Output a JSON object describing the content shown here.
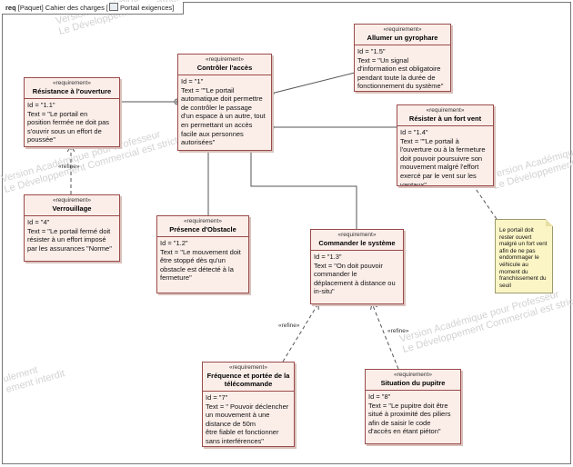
{
  "diagram": {
    "kind": "req",
    "package": "[Paquet] Cahier des charges",
    "name": "Portail exigences"
  },
  "watermark": {
    "lines": [
      "Version Académique pour Professeur",
      "Le Développement Commercial est strictement interdit"
    ],
    "fragments": [
      "ulement",
      "ement interdit"
    ]
  },
  "stereotype": "«requirement»",
  "refine_label": "«refine»",
  "requirements": [
    {
      "id": "r1",
      "name": "Contrôler l'accès",
      "id_line": "Id = \"1\"",
      "text_line": "Text = \"\"Le portail\nautomatique doit permettre\nde contrôler le passage\nd'un espace à un autre, tout\nen permettant un accès\nfacile aux personnes\nautorisées\""
    },
    {
      "id": "r15",
      "name": "Allumer un gyrophare",
      "id_line": "Id = \"1.5\"",
      "text_line": "Text = \"Un signal\nd'information est obligatoire\npendant toute la durée de\nfonctionnement du système\""
    },
    {
      "id": "r11",
      "name": "Résistance à l'ouverture",
      "id_line": "Id = \"1.1\"",
      "text_line": "Text = \"Le portail en\nposition fermée ne doit pas\ns'ouvrir sous un effort de\npoussée\""
    },
    {
      "id": "r14",
      "name": "Résister à un fort vent",
      "id_line": "Id = \"1.4\"",
      "text_line": "Text = \"\"Le portail à\nl'ouverture ou à la fermeture\ndoit pouvoir poursuivre son\nmouvement malgré l'effort\nexercé par le vent sur les\nvantaux\""
    },
    {
      "id": "r4",
      "name": "Verrouillage",
      "id_line": "Id = \"4\"",
      "text_line": "Text = \"Le portail fermé doit\nrésister à un effort imposé\npar les assurances \"Norme\""
    },
    {
      "id": "r12",
      "name": "Présence d'Obstacle",
      "id_line": "Id = \"1.2\"",
      "text_line": "Text = \"Le mouvement doit\nêtre stoppé dès qu'un\nobstacle est détecté à la\nfermeture\""
    },
    {
      "id": "r13",
      "name": "Commander le système",
      "id_line": "Id = \"1.3\"",
      "text_line": "Text = \"On doit pouvoir\ncommander le\ndéplacement à distance ou\nin-situ\""
    },
    {
      "id": "r7",
      "name": "Fréquence et portée de la\ntélécommande",
      "id_line": "Id = \"7\"",
      "text_line": "Text = \" Pouvoir déclencher\nun mouvement à une\ndistance de 50m\nêtre fiable et fonctionner\nsans interférences\""
    },
    {
      "id": "r8",
      "name": "Situation du pupitre",
      "id_line": "Id = \"8\"",
      "text_line": "Text = \"Le pupitre doit être\nsitué à proximité des piliers\nafin de saisir le code\nd'accès en étant piéton\""
    }
  ],
  "note": {
    "text": "Le portail doit\nrester ouvert\nmalgré un fort vent\nafin de ne pas\nendommager le\nvéhicule au\nmoment du\nfranchissement du\nseuil"
  },
  "links": [
    {
      "type": "containment",
      "from": "r1",
      "to": "r11"
    },
    {
      "type": "containment",
      "from": "r1",
      "to": "r15"
    },
    {
      "type": "containment",
      "from": "r1",
      "to": "r14"
    },
    {
      "type": "containment",
      "from": "r1",
      "to": "r12"
    },
    {
      "type": "containment",
      "from": "r1",
      "to": "r13"
    },
    {
      "type": "refine",
      "from": "r4",
      "to": "r11"
    },
    {
      "type": "refine",
      "from": "r7",
      "to": "r13"
    },
    {
      "type": "refine",
      "from": "r8",
      "to": "r13"
    },
    {
      "type": "note-anchor",
      "from": "note",
      "to": "r14"
    }
  ]
}
